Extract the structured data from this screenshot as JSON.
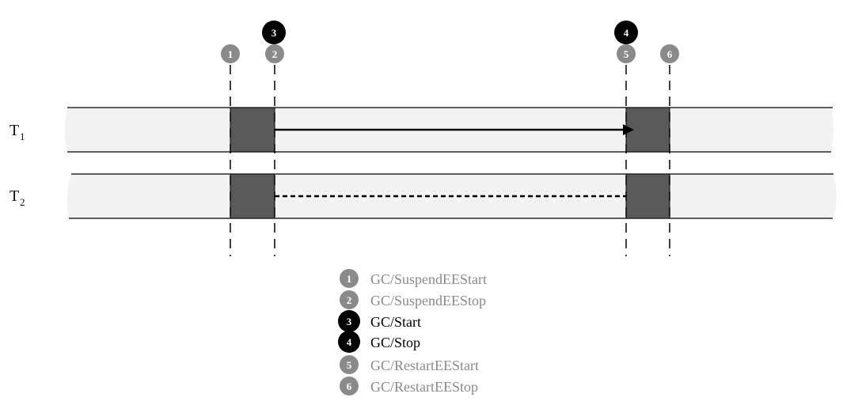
{
  "threads": [
    {
      "label": "T",
      "subscript": "1"
    },
    {
      "label": "T",
      "subscript": "2"
    }
  ],
  "markers": {
    "m1": {
      "num": "1",
      "color": "#8a8a8a"
    },
    "m2": {
      "num": "2",
      "color": "#8a8a8a"
    },
    "m3": {
      "num": "3",
      "color": "#000000"
    },
    "m4": {
      "num": "4",
      "color": "#000000"
    },
    "m5": {
      "num": "5",
      "color": "#8a8a8a"
    },
    "m6": {
      "num": "6",
      "color": "#8a8a8a"
    }
  },
  "legend": [
    {
      "num": "1",
      "label": "GC/SuspendEEStart",
      "badge_color": "#8a8a8a",
      "text_color": "#8a8a8a"
    },
    {
      "num": "2",
      "label": "GC/SuspendEEStop",
      "badge_color": "#8a8a8a",
      "text_color": "#8a8a8a"
    },
    {
      "num": "3",
      "label": "GC/Start",
      "badge_color": "#000000",
      "text_color": "#000000"
    },
    {
      "num": "4",
      "label": "GC/Stop",
      "badge_color": "#000000",
      "text_color": "#000000"
    },
    {
      "num": "5",
      "label": "GC/RestartEEStart",
      "badge_color": "#8a8a8a",
      "text_color": "#8a8a8a"
    },
    {
      "num": "6",
      "label": "GC/RestartEEStop",
      "badge_color": "#8a8a8a",
      "text_color": "#8a8a8a"
    }
  ],
  "colors": {
    "lane_fill": "#f2f2f2",
    "suspended_block": "#5a5a5a",
    "line": "#000000"
  }
}
